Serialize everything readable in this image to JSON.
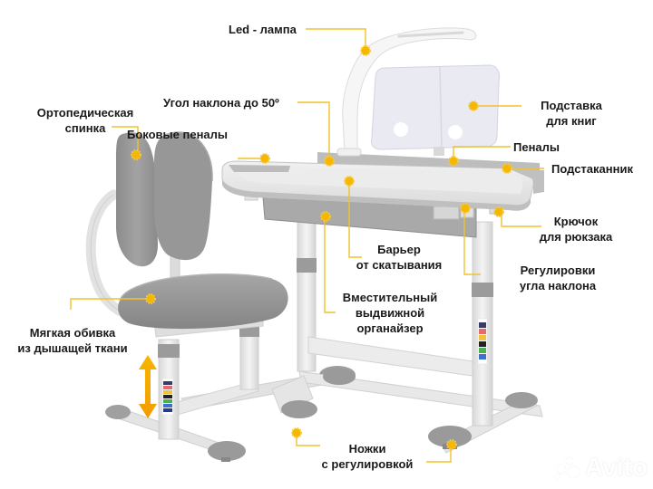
{
  "image": {
    "subject": "Children's ergonomic desk and chair set with feature callouts",
    "accent_color": "#f5b800",
    "leader_line_color": "#f2c12e",
    "product_color": "#9a9a9a",
    "frame_color": "#e6e6e6"
  },
  "callouts": {
    "led_lamp": "Led - лампа",
    "tilt_angle": "Угол наклона до 50º",
    "side_trays": "Боковые пеналы",
    "ortho_back_line1": "Ортопедическая",
    "ortho_back_line2": "спинка",
    "book_stand_line1": "Подставка",
    "book_stand_line2": "для книг",
    "pencil_trays": "Пеналы",
    "cup_holder": "Подстаканник",
    "hook_line1": "Крючок",
    "hook_line2": "для рюкзака",
    "barrier_line1": "Барьер",
    "barrier_line2": "от скатывания",
    "tilt_adjust_line1": "Регулировки",
    "tilt_adjust_line2": "угла наклона",
    "organizer_line1": "Вместительный",
    "organizer_line2": "выдвижной",
    "organizer_line3": "органайзер",
    "upholstery_line1": "Мягкая обивка",
    "upholstery_line2": "из дышащей ткани",
    "feet_line1": "Ножки",
    "feet_line2": "с регулировкой"
  },
  "watermark": {
    "text": "Avito"
  }
}
